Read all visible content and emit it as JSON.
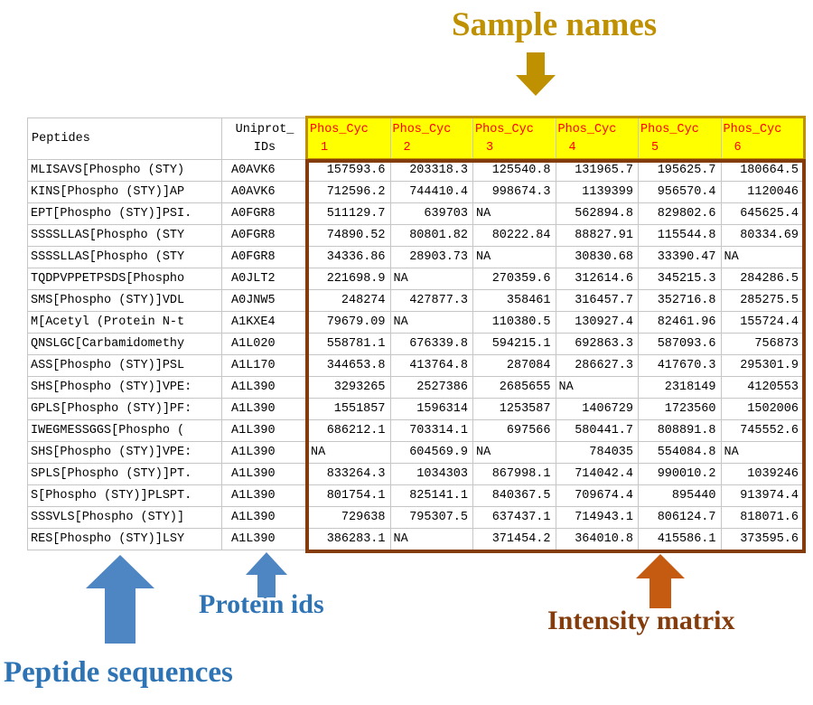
{
  "annotations": {
    "sample_names": "Sample names",
    "peptide_sequences": "Peptide sequences",
    "protein_ids": "Protein ids",
    "intensity_matrix": "Intensity matrix"
  },
  "colors": {
    "header_bg": "#FFFF00",
    "header_text": "#FF0000",
    "sample_names_label": "#BF9000",
    "gold_arrow": "#BF9000",
    "blue_arrow": "#4E86C4",
    "blue_label": "#2E74B5",
    "orange_arrow": "#C55A11",
    "intensity_label": "#843C0C",
    "header_outline": "#BF8F00",
    "matrix_outline": "#843C0C",
    "gridline": "#c6c6c6"
  },
  "table": {
    "col1_header": "Peptides",
    "col2_header": [
      "Uniprot_",
      "IDs"
    ],
    "sample_header_label": "Phos_Cyc",
    "sample_numbers": [
      "1",
      "2",
      "3",
      "4",
      "5",
      "6"
    ],
    "rows": [
      {
        "peptide": "MLISAVS[Phospho (STY)",
        "uniprot": "A0AVK6",
        "values": [
          "157593.6",
          "203318.3",
          "125540.8",
          "131965.7",
          "195625.7",
          "180664.5"
        ]
      },
      {
        "peptide": "KINS[Phospho (STY)]AP",
        "uniprot": "A0AVK6",
        "values": [
          "712596.2",
          "744410.4",
          "998674.3",
          "1139399",
          "956570.4",
          "1120046"
        ]
      },
      {
        "peptide": "EPT[Phospho (STY)]PSI.",
        "uniprot": "A0FGR8",
        "values": [
          "511129.7",
          "639703",
          "NA",
          "562894.8",
          "829802.6",
          "645625.4"
        ]
      },
      {
        "peptide": "SSSSLLAS[Phospho (STY",
        "uniprot": "A0FGR8",
        "values": [
          "74890.52",
          "80801.82",
          "80222.84",
          "88827.91",
          "115544.8",
          "80334.69"
        ]
      },
      {
        "peptide": "SSSSLLAS[Phospho (STY",
        "uniprot": "A0FGR8",
        "values": [
          "34336.86",
          "28903.73",
          "NA",
          "30830.68",
          "33390.47",
          "NA"
        ]
      },
      {
        "peptide": "TQDPVPPETPSDS[Phospho",
        "uniprot": "A0JLT2",
        "values": [
          "221698.9",
          "NA",
          "270359.6",
          "312614.6",
          "345215.3",
          "284286.5"
        ]
      },
      {
        "peptide": "SMS[Phospho (STY)]VDL",
        "uniprot": "A0JNW5",
        "values": [
          "248274",
          "427877.3",
          "358461",
          "316457.7",
          "352716.8",
          "285275.5"
        ]
      },
      {
        "peptide": "M[Acetyl (Protein N-t",
        "uniprot": "A1KXE4",
        "values": [
          "79679.09",
          "NA",
          "110380.5",
          "130927.4",
          "82461.96",
          "155724.4"
        ]
      },
      {
        "peptide": "QNSLGC[Carbamidomethy",
        "uniprot": "A1L020",
        "values": [
          "558781.1",
          "676339.8",
          "594215.1",
          "692863.3",
          "587093.6",
          "756873"
        ]
      },
      {
        "peptide": "ASS[Phospho (STY)]PSL",
        "uniprot": "A1L170",
        "values": [
          "344653.8",
          "413764.8",
          "287084",
          "286627.3",
          "417670.3",
          "295301.9"
        ]
      },
      {
        "peptide": "SHS[Phospho (STY)]VPE:",
        "uniprot": "A1L390",
        "values": [
          "3293265",
          "2527386",
          "2685655",
          "NA",
          "2318149",
          "4120553"
        ]
      },
      {
        "peptide": "GPLS[Phospho (STY)]PF:",
        "uniprot": "A1L390",
        "values": [
          "1551857",
          "1596314",
          "1253587",
          "1406729",
          "1723560",
          "1502006"
        ]
      },
      {
        "peptide": "IWEGMESSGGS[Phospho (",
        "uniprot": "A1L390",
        "values": [
          "686212.1",
          "703314.1",
          "697566",
          "580441.7",
          "808891.8",
          "745552.6"
        ]
      },
      {
        "peptide": "SHS[Phospho (STY)]VPE:",
        "uniprot": "A1L390",
        "values": [
          "NA",
          "604569.9",
          "NA",
          "784035",
          "554084.8",
          "NA"
        ]
      },
      {
        "peptide": "SPLS[Phospho (STY)]PT.",
        "uniprot": "A1L390",
        "values": [
          "833264.3",
          "1034303",
          "867998.1",
          "714042.4",
          "990010.2",
          "1039246"
        ]
      },
      {
        "peptide": "S[Phospho (STY)]PLSPT.",
        "uniprot": "A1L390",
        "values": [
          "801754.1",
          "825141.1",
          "840367.5",
          "709674.4",
          "895440",
          "913974.4"
        ]
      },
      {
        "peptide": "SSSVLS[Phospho (STY)]",
        "uniprot": "A1L390",
        "values": [
          "729638",
          "795307.5",
          "637437.1",
          "714943.1",
          "806124.7",
          "818071.6"
        ]
      },
      {
        "peptide": "RES[Phospho (STY)]LSY",
        "uniprot": "A1L390",
        "values": [
          "386283.1",
          "NA",
          "371454.2",
          "364010.8",
          "415586.1",
          "373595.6"
        ]
      }
    ]
  }
}
